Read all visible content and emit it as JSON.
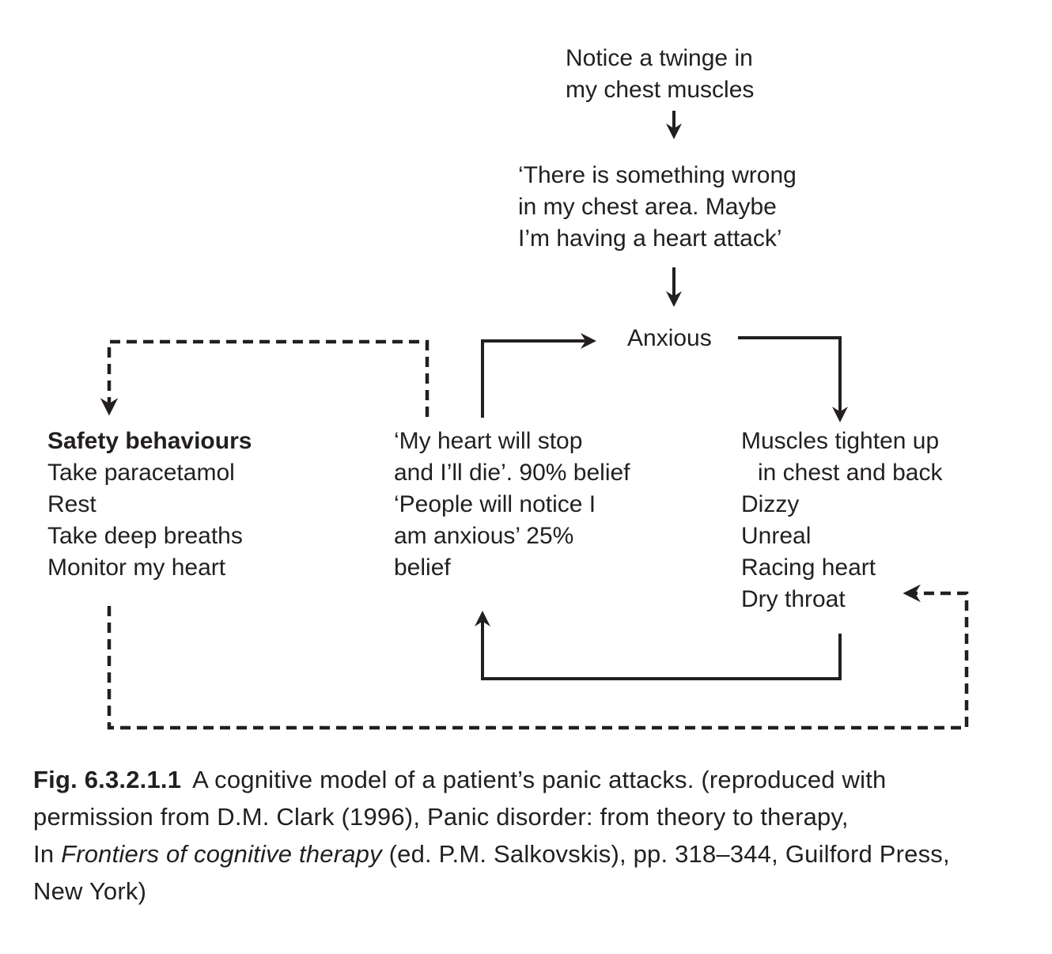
{
  "diagram": {
    "trigger": {
      "lines": [
        "Notice a twinge in",
        "my chest muscles"
      ]
    },
    "interpretation": {
      "lines": [
        "‘There is something wrong",
        "in my chest area. Maybe",
        "I’m having a heart attack’"
      ]
    },
    "emotion": {
      "label": "Anxious"
    },
    "safety_behaviours": {
      "title": "Safety behaviours",
      "items": [
        "Take paracetamol",
        "Rest",
        "Take deep breaths",
        "Monitor my heart"
      ]
    },
    "beliefs": {
      "lines": [
        "‘My heart will stop",
        "and I’ll die’. 90% belief",
        "‘People will notice I",
        "am anxious’ 25%",
        "belief"
      ]
    },
    "symptoms": {
      "lines": [
        "Muscles tighten up",
        "in chest and back",
        "Dizzy",
        "Unreal",
        "Racing heart",
        "Dry throat"
      ]
    }
  },
  "caption": {
    "fig_label": "Fig. 6.3.2.1.1",
    "line1_rest": "A cognitive model of a patient’s panic attacks. (reproduced with",
    "line2": "permission from D.M. Clark (1996), Panic disorder: from theory to therapy,",
    "line3_prefix": "In ",
    "line3_italic": "Frontiers of cognitive therapy",
    "line3_suffix": " (ed. P.M. Salkovskis), pp. 318–344, Guilford Press,",
    "line4": "New York)"
  },
  "colors": {
    "ink": "#231f20",
    "background": "#ffffff"
  }
}
